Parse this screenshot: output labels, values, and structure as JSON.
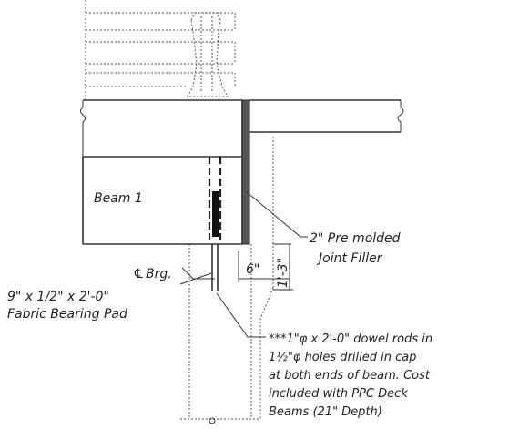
{
  "labels": {
    "beam": "Beam 1",
    "joint_filler_line1": "2\" Pre molded",
    "joint_filler_line2": "Joint Filler",
    "cl_brg": "Brg.",
    "cl_symbol": "℄",
    "dim_6in": "6\"",
    "dim_1ft3in": "1'-3\"",
    "pad_line1": "9\" x 1/2\" x 2'-0\"",
    "pad_line2": "Fabric Bearing Pad",
    "note_line1": "***1\"φ x 2'-0\" dowel rods in",
    "note_line2": "1½\"φ holes drilled in cap",
    "note_line3": "at both ends of beam. Cost",
    "note_line4": "included with PPC Deck",
    "note_line5": "Beams (21\" Depth)"
  }
}
